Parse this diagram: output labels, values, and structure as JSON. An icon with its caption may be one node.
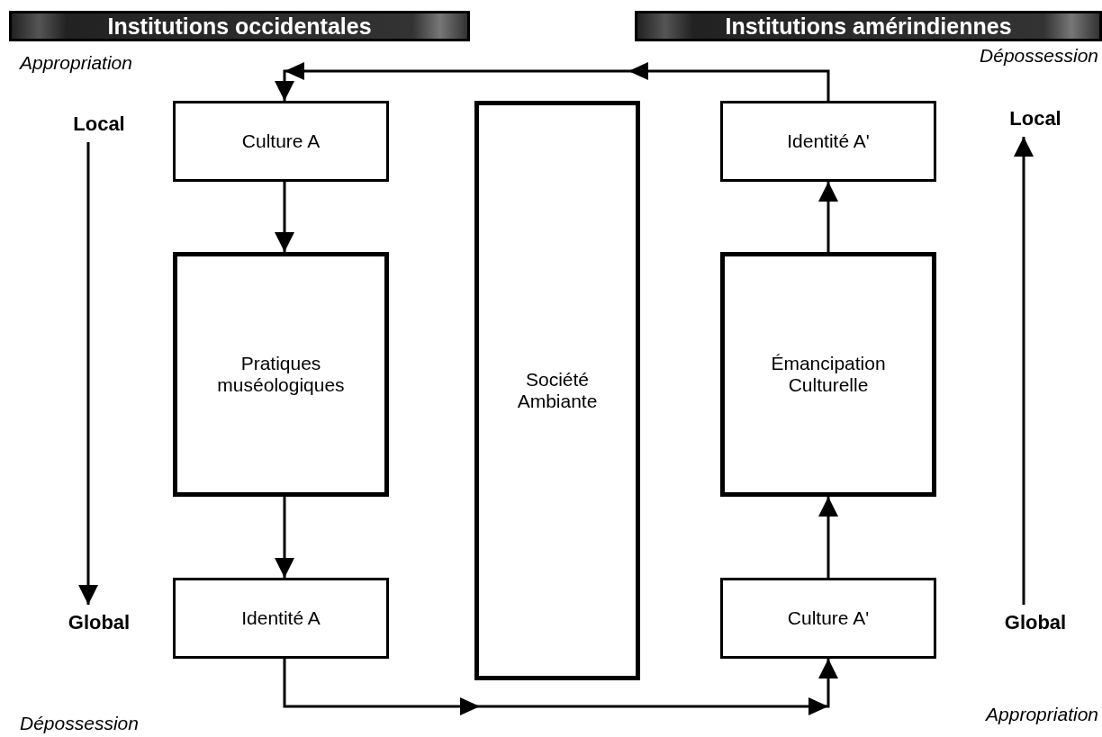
{
  "diagram": {
    "nodes": [
      {
        "text": [
          "Institutions occidentales"
        ]
      },
      {
        "text": [
          "Institutions amérindiennes"
        ]
      },
      {
        "text": [
          "Local"
        ]
      },
      {
        "text": [
          "Global"
        ]
      },
      {
        "text": [
          "Culture A"
        ]
      },
      {
        "text": [
          "Pratiques muséologiques"
        ]
      },
      {
        "text": [
          "Identité A"
        ]
      },
      {
        "text": [
          "Société Ambiante"
        ]
      },
      {
        "text": [
          "Identité A'"
        ]
      },
      {
        "text": [
          "Émancipation Culturelle"
        ]
      },
      {
        "text": [
          "Culture A'"
        ]
      },
      {
        "text": [
          "Local"
        ]
      },
      {
        "text": [
          "Global"
        ]
      }
    ],
    "edges": [
      {
        "from": 2,
        "to": 3,
        "arrow": "to"
      },
      {
        "from": 4,
        "to": 5,
        "arrow": "to"
      },
      {
        "from": 5,
        "to": 6,
        "arrow": "to"
      },
      {
        "from": 6,
        "to": 10,
        "arrow": "to"
      },
      {
        "from": 10,
        "to": 9,
        "arrow": "to"
      },
      {
        "from": 9,
        "to": 8,
        "arrow": "to"
      },
      {
        "from": 8,
        "to": 4,
        "arrow": "to"
      },
      {
        "from": 12,
        "to": 11,
        "arrow": "to"
      }
    ],
    "labels": [
      "Appropriation",
      "Dépossession",
      "Dépossession",
      "Appropriation"
    ]
  }
}
